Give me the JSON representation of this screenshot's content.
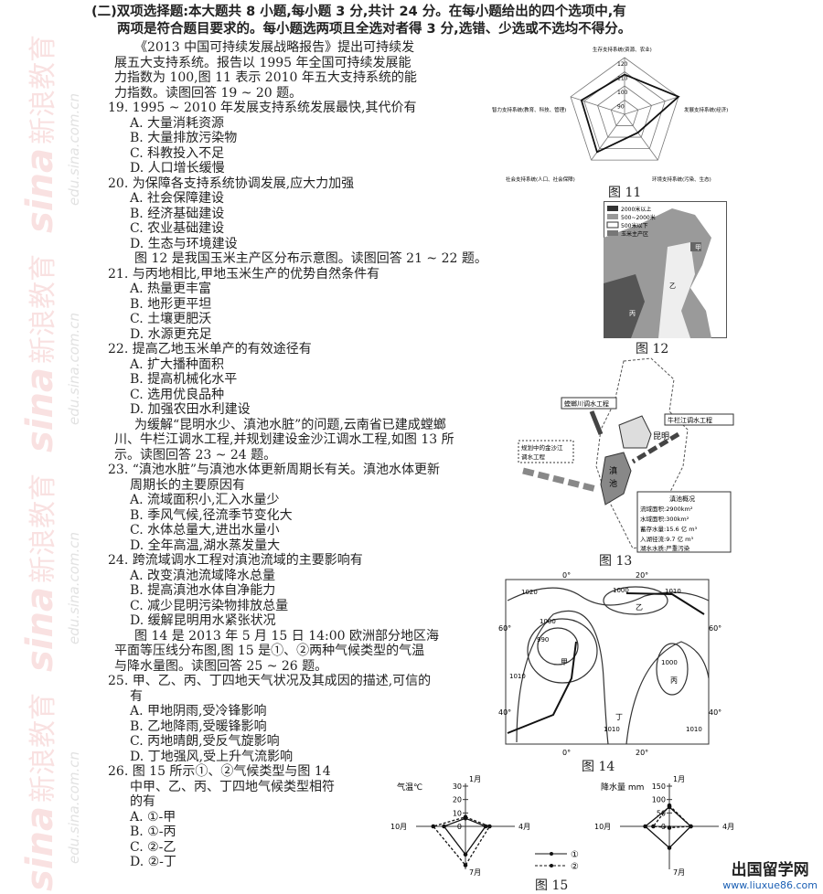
{
  "header": {
    "line1": "(二)双项选择题:本大题共 8 小题,每小题 3 分,共计 24 分。在每小题给出的四个选项中,有",
    "line2": "两项是符合题目要求的。每小题选两项且全选对者得 3 分,选错、少选或不选均不得分。"
  },
  "intro19": [
    "《2013 中国可持续发展战略报告》提出可持续发",
    "展五大支持系统。报告以 1995 年全国可持续发展能",
    "力指数为 100,图 11 表示 2010 年五大支持系统的能",
    "力指数。读图回答 19 ~ 20 题。"
  ],
  "questions": [
    {
      "stem": [
        "19. 1995 ~ 2010 年发展支持系统发展最快,其代价有"
      ],
      "options": [
        "A. 大量消耗资源",
        "B. 大量排放污染物",
        "C. 科教投入不足",
        "D. 人口增长缓慢"
      ]
    },
    {
      "stem": [
        "20. 为保障各支持系统协调发展,应大力加强"
      ],
      "options": [
        "A. 社会保障建设",
        "B. 经济基础建设",
        "C. 农业基础建设",
        "D. 生态与环境建设"
      ]
    },
    {
      "stem": [
        "21. 与丙地相比,甲地玉米生产的优势自然条件有"
      ],
      "options": [
        "A. 热量更丰富",
        "B. 地形更平坦",
        "C. 土壤更肥沃",
        "D. 水源更充足"
      ]
    },
    {
      "stem": [
        "22. 提高乙地玉米单产的有效途径有"
      ],
      "options": [
        "A. 扩大播种面积",
        "B. 提高机械化水平",
        "C. 选用优良品种",
        "D. 加强农田水利建设"
      ]
    },
    {
      "stem": [
        "23. “滇池水脏”与滇池水体更新周期长有关。滇池水体更新",
        "周期长的主要原因有"
      ],
      "options": [
        "A. 流域面积小,汇入水量少",
        "B. 季风气候,径流季节变化大",
        "C. 水体总量大,进出水量小",
        "D. 全年高温,湖水蒸发量大"
      ]
    },
    {
      "stem": [
        "24. 跨流域调水工程对滇池流域的主要影响有"
      ],
      "options": [
        "A. 改变滇池流域降水总量",
        "B. 提高滇池水体自净能力",
        "C. 减少昆明污染物排放总量",
        "D. 缓解昆明用水紧张状况"
      ]
    },
    {
      "stem": [
        "25. 甲、乙、丙、丁四地天气状况及其成因的描述,可信的",
        "有"
      ],
      "options": [
        "A. 甲地阴雨,受冷锋影响",
        "B. 乙地降雨,受暖锋影响",
        "C. 丙地晴朗,受反气旋影响",
        "D. 丁地强风,受上升气流影响"
      ]
    },
    {
      "stem": [
        "26. 图 15 所示①、②气候类型与图 14",
        "中甲、乙、丙、丁四地气候类型相符",
        "的有"
      ],
      "options": [
        "A. ①-甲",
        "B. ①-丙",
        "C. ②-乙",
        "D. ②-丁"
      ]
    }
  ],
  "intro21": "图 12 是我国玉米主产区分布示意图。读图回答 21 ~ 22 题。",
  "intro23": [
    "为缓解“昆明水少、滇池水脏”的问题,云南省已建成螳螂",
    "川、牛栏江调水工程,并规划建设金沙江调水工程,如图 13 所",
    "示。读图回答 23 ~ 24 题。"
  ],
  "intro25": [
    "图 14 是 2013 年 5 月 15 日 14:00 欧洲部分地区海",
    "平面等压线分布图,图 15 是①、②两种气候类型的气温",
    "与降水量图。读图回答 25 ~ 26 题。"
  ],
  "fig11": {
    "caption": "图 11",
    "chart_data": {
      "type": "radar",
      "axes": [
        "生存支持系统(资源、农业)",
        "发展支持系统(经济)",
        "环境支持系统(污染、生态)",
        "社会支持系统(人口、社会保障)",
        "智力支持系统(教育、科技、管理)"
      ],
      "ring_labels": [
        "90",
        "100",
        "110",
        "120"
      ],
      "range": [
        80,
        120
      ],
      "values": [
        108,
        120,
        96,
        113,
        112
      ]
    }
  },
  "fig12": {
    "caption": "图 12",
    "legend": [
      "2000米以上",
      "500~2000米",
      "500米以下",
      "玉米主产区"
    ],
    "labels": [
      "甲",
      "乙",
      "丙"
    ]
  },
  "fig13": {
    "caption": "图 13",
    "labels": {
      "tanglang": "螳螂川调水工程",
      "niulan": "牛栏江调水工程",
      "jinsha1": "规划中的金沙江",
      "jinsha2": "调水工程",
      "kunming": "昆明",
      "dian1": "滇",
      "dian2": "池"
    },
    "info_title": "滇池概况",
    "info": [
      "流域面积:2900km²",
      "水域面积:300km²",
      "蓄存水量:15.6 亿 m³",
      "入湖径流:9.7 亿 m³",
      "湖水水质:严重污染"
    ]
  },
  "fig14": {
    "caption": "图 14",
    "lon_labels": [
      "0°",
      "20°"
    ],
    "lat_labels": [
      "60°",
      "40°"
    ],
    "isobars": [
      "1020",
      "1000",
      "1010",
      "990",
      "1000",
      "1000",
      "1010",
      "1010",
      "1010"
    ],
    "places": [
      "甲",
      "乙",
      "丙",
      "丁"
    ]
  },
  "fig15": {
    "caption": "图 15",
    "legend": [
      "①",
      "②"
    ],
    "months": [
      "1月",
      "4月",
      "7月",
      "10月"
    ],
    "chart_data": [
      {
        "type": "radar",
        "ylabel": "气温℃",
        "ticks": [
          "0",
          "10",
          "20",
          "30"
        ],
        "range": [
          0,
          30
        ],
        "axes": [
          "1月",
          "4月",
          "7月",
          "10月"
        ],
        "series": [
          {
            "name": "①",
            "values": [
              6,
              15,
              21,
              16
            ]
          },
          {
            "name": "②",
            "values": [
              7,
              18,
              29,
              24
            ]
          }
        ]
      },
      {
        "type": "radar",
        "ylabel": "降水量 mm",
        "ticks": [
          "0",
          "50",
          "100",
          "150"
        ],
        "range": [
          0,
          150
        ],
        "axes": [
          "1月",
          "4月",
          "7月",
          "10月"
        ],
        "series": [
          {
            "name": "①",
            "values": [
              72,
              80,
              80,
              90
            ]
          },
          {
            "name": "②",
            "values": [
              78,
              80,
              5,
              60
            ]
          }
        ]
      }
    ]
  },
  "watermark": {
    "brand": "sina",
    "cn": "新浪教育",
    "url": "edu.sina.com.cn"
  },
  "logo": {
    "title": "出国留学网",
    "url": "www.liuxue86.com"
  }
}
